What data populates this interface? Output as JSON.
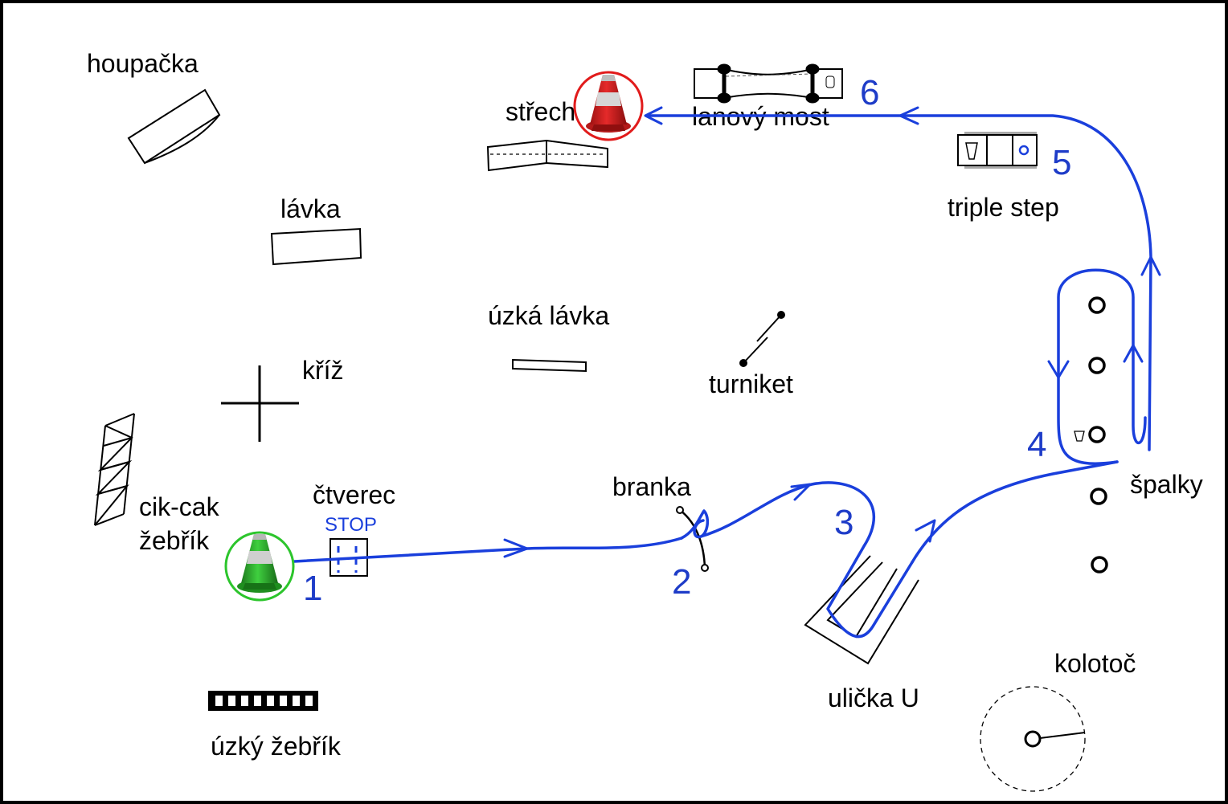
{
  "colors": {
    "route": "#1a3fdc",
    "number": "#1e3cc8",
    "start_ring": "#2cc52c",
    "finish_ring": "#e11b1b",
    "start_cone": "#2ea82e",
    "finish_cone": "#d92020",
    "ink": "#000000"
  },
  "labels": {
    "houpacka": "houpačka",
    "strech": "střech",
    "lanovy_most": "lanový most",
    "lavka": "lávka",
    "uzka_lavka": "úzká lávka",
    "kriz": "kříž",
    "turniket": "turniket",
    "triple_step": "triple step",
    "cik_cak_1": "cik-cak",
    "cik_cak_2": "žebřík",
    "ctverec": "čtverec",
    "stop": "STOP",
    "branka": "branka",
    "spalky": "špalky",
    "kolotoc": "kolotoč",
    "ulicka_u": "ulička U",
    "uzky_zebrik": "úzký žebřík"
  },
  "steps": [
    "1",
    "2",
    "3",
    "4",
    "5",
    "6"
  ],
  "icons": {
    "start": "green-cone-icon",
    "finish": "red-cone-icon"
  }
}
